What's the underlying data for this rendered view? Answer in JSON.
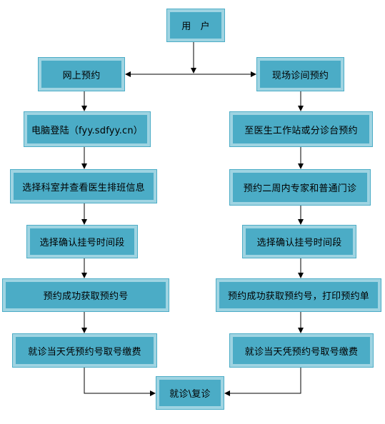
{
  "flowchart": {
    "start": "用　户",
    "left_branch": [
      "网上预约",
      "电脑登陆（fyy.sdfyy.cn）",
      "选择科室并查看医生排班信息",
      "选择确认挂号时间段",
      "预约成功获取预约号",
      "就诊当天凭预约号取号缴费"
    ],
    "right_branch": [
      "现场诊间预约",
      "至医生工作站或分诊台预约",
      "预约二周内专家和普通门诊",
      "选择确认挂号时间段",
      "预约成功获取预约号，打印预约单",
      "就诊当天凭预约号取号缴费"
    ],
    "end": "就诊\\复诊"
  },
  "colors": {
    "box_fill": "#4bacc6",
    "box_border": "#9fd4e2",
    "arrow": "#000000"
  }
}
